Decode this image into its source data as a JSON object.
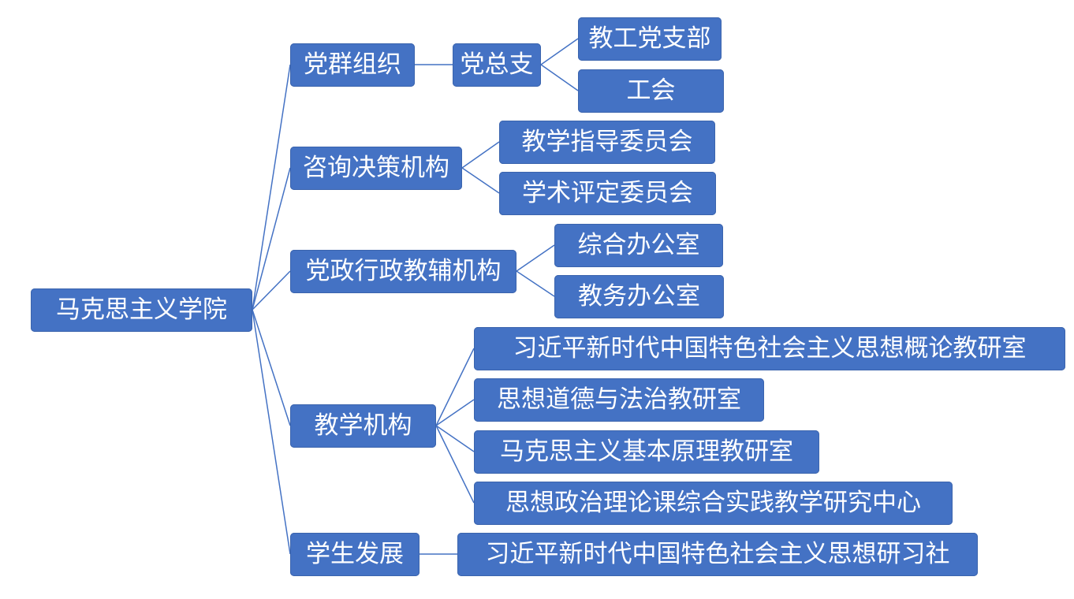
{
  "root": {
    "label": "马克思主义学院"
  },
  "level1": [
    {
      "label": "党群组织"
    },
    {
      "label": "咨询决策机构"
    },
    {
      "label": "党政行政教辅机构"
    },
    {
      "label": "教学机构"
    },
    {
      "label": "学生发展"
    }
  ],
  "party": {
    "branch": {
      "label": "党总支"
    },
    "children": [
      {
        "label": "教工党支部"
      },
      {
        "label": "工会"
      }
    ]
  },
  "consult": {
    "children": [
      {
        "label": "教学指导委员会"
      },
      {
        "label": "学术评定委员会"
      }
    ]
  },
  "admin": {
    "children": [
      {
        "label": "综合办公室"
      },
      {
        "label": "教务办公室"
      }
    ]
  },
  "teaching": {
    "children": [
      {
        "label": "习近平新时代中国特色社会主义思想概论教研室"
      },
      {
        "label": "思想道德与法治教研室"
      },
      {
        "label": "马克思主义基本原理教研室"
      },
      {
        "label": "思想政治理论课综合实践教学研究中心"
      }
    ]
  },
  "student": {
    "children": [
      {
        "label": "习近平新时代中国特色社会主义思想研习社"
      }
    ]
  },
  "colors": {
    "box_fill": "#4472c4",
    "box_text": "#ffffff",
    "connector": "#4472c4"
  }
}
